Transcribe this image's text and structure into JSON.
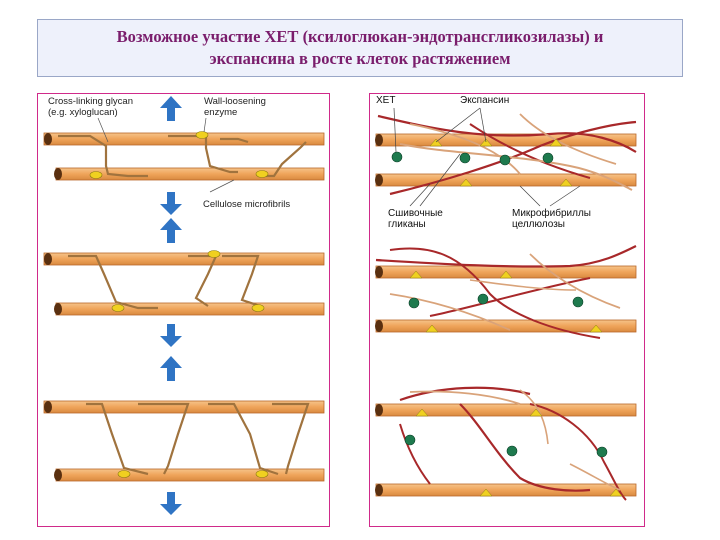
{
  "slide": {
    "title_line1": "Возможное участие ХЕТ (ксилоглюкан-эндотрансгликозилазы) и",
    "title_line2": "экспансина в росте клеток растяжением"
  },
  "left_panel": {
    "labels": {
      "crosslinking": "Cross-linking glycan\n(e.g. xyloglucan)",
      "wall_loosening": "Wall-loosening\nenzyme",
      "cellulose": "Cellulose microfibrils"
    }
  },
  "right_panel": {
    "labels": {
      "xet": "ХЕТ",
      "expansin": "Экспансин",
      "crosslinking_ru": "Сшивочные\nгликаны",
      "microfibrils_ru": "Микрофибриллы\nцеллюлозы"
    }
  },
  "colors": {
    "fibril_fill": "#efa45a",
    "fibril_stroke": "#b9682a",
    "enzyme": "#f0d020",
    "arrow": "#2f74c4",
    "glycan_red": "#a8282a",
    "glycan_tan": "#d9a37a",
    "xet_green": "#1e7a4e",
    "panel_border": "#d02a8a",
    "title_color": "#7a1d6c"
  }
}
